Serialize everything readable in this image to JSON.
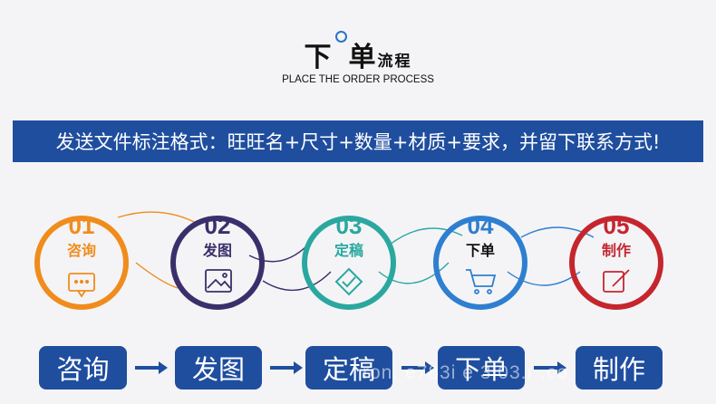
{
  "header": {
    "title_part1": "下",
    "title_part2": "单",
    "title_part3": "流程",
    "subtitle": "PLACE THE ORDER PROCESS"
  },
  "banner": {
    "text": "发送文件标注格式：旺旺名+尺寸+数量+材质+要求，并留下联系方式!"
  },
  "steps": [
    {
      "number": "01",
      "label": "咨询",
      "icon": "chat-icon",
      "color": "#f08c1c"
    },
    {
      "number": "02",
      "label": "发图",
      "icon": "image-icon",
      "color": "#3b2f6b"
    },
    {
      "number": "03",
      "label": "定稿",
      "icon": "check-shield-icon",
      "color": "#2aa8a0"
    },
    {
      "number": "04",
      "label": "下单",
      "icon": "cart-icon",
      "color": "#2f7fd0"
    },
    {
      "number": "05",
      "label": "制作",
      "icon": "edit-icon",
      "color": "#c5262e"
    }
  ],
  "flow_buttons": [
    "咨询",
    "发图",
    "定稿",
    "下单",
    "制作"
  ],
  "watermark": "ron.  e783i  e  3  03.r  .co"
}
